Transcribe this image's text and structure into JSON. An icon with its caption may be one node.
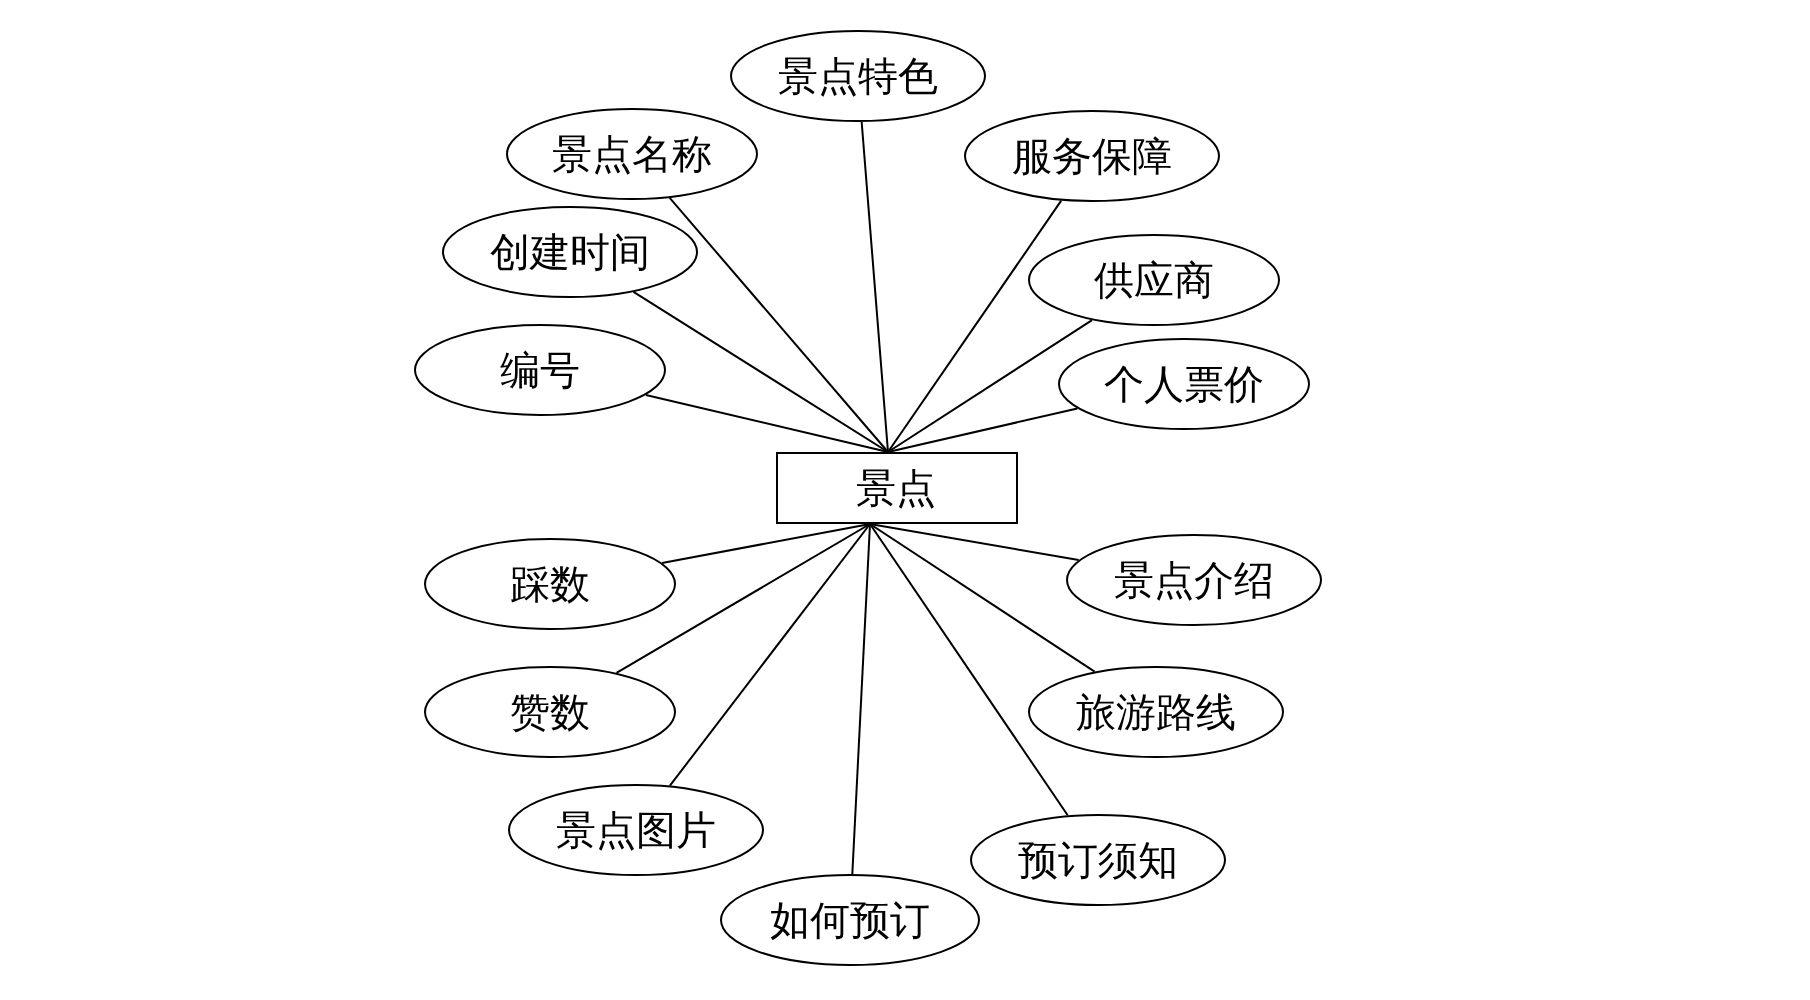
{
  "diagram": {
    "nodes": [
      {
        "text": [
          "景点"
        ]
      },
      {
        "text": [
          "景点特色"
        ]
      },
      {
        "text": [
          "景点名称"
        ]
      },
      {
        "text": [
          "服务保障"
        ]
      },
      {
        "text": [
          "创建时间"
        ]
      },
      {
        "text": [
          "供应商"
        ]
      },
      {
        "text": [
          "编号"
        ]
      },
      {
        "text": [
          "个人票价"
        ]
      },
      {
        "text": [
          "踩数"
        ]
      },
      {
        "text": [
          "景点介绍"
        ]
      },
      {
        "text": [
          "赞数"
        ]
      },
      {
        "text": [
          "旅游路线"
        ]
      },
      {
        "text": [
          "景点图片"
        ]
      },
      {
        "text": [
          "预订须知"
        ]
      },
      {
        "text": [
          "如何预订"
        ]
      }
    ],
    "edges": [
      {
        "from": 0,
        "to": 1,
        "arrow": "none"
      },
      {
        "from": 0,
        "to": 2,
        "arrow": "none"
      },
      {
        "from": 0,
        "to": 3,
        "arrow": "none"
      },
      {
        "from": 0,
        "to": 4,
        "arrow": "none"
      },
      {
        "from": 0,
        "to": 5,
        "arrow": "none"
      },
      {
        "from": 0,
        "to": 6,
        "arrow": "none"
      },
      {
        "from": 0,
        "to": 7,
        "arrow": "none"
      },
      {
        "from": 0,
        "to": 8,
        "arrow": "none"
      },
      {
        "from": 0,
        "to": 9,
        "arrow": "none"
      },
      {
        "from": 0,
        "to": 10,
        "arrow": "none"
      },
      {
        "from": 0,
        "to": 11,
        "arrow": "none"
      },
      {
        "from": 0,
        "to": 12,
        "arrow": "none"
      },
      {
        "from": 0,
        "to": 13,
        "arrow": "none"
      },
      {
        "from": 0,
        "to": 14,
        "arrow": "none"
      }
    ]
  }
}
